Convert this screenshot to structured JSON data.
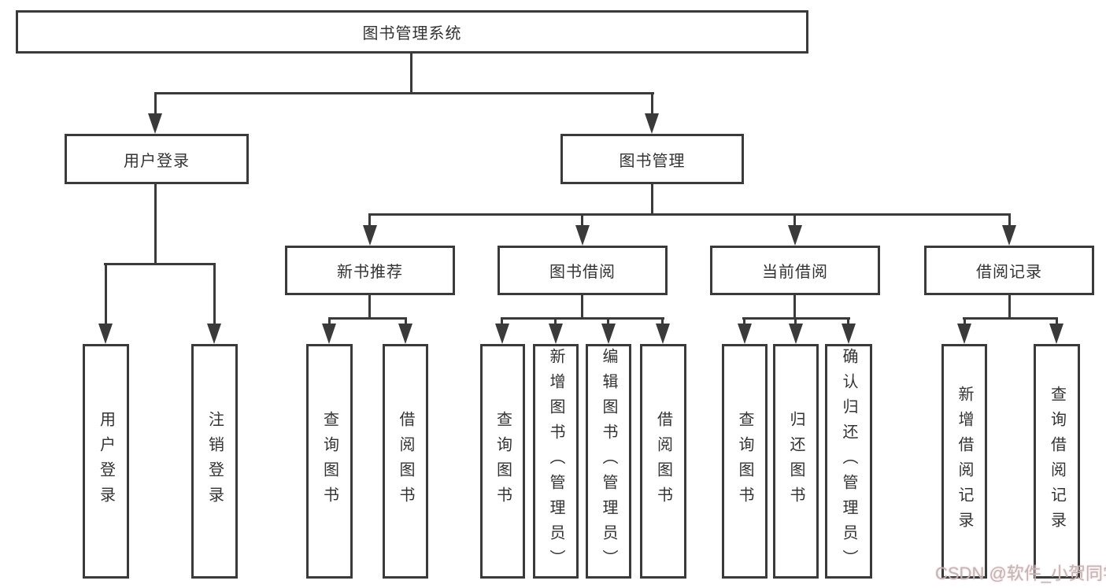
{
  "tree": {
    "root": {
      "label": "图书管理系统"
    },
    "branches": [
      {
        "label": "用户登录",
        "children": [
          {
            "label": "用户登录"
          },
          {
            "label": "注销登录"
          }
        ]
      },
      {
        "label": "图书管理",
        "children": [
          {
            "label": "新书推荐",
            "children": [
              {
                "label": "查询图书"
              },
              {
                "label": "借阅图书"
              }
            ]
          },
          {
            "label": "图书借阅",
            "children": [
              {
                "label": "查询图书"
              },
              {
                "label": "新增图书（管理员）"
              },
              {
                "label": "编辑图书（管理员）"
              },
              {
                "label": "借阅图书"
              }
            ]
          },
          {
            "label": "当前借阅",
            "children": [
              {
                "label": "查询图书"
              },
              {
                "label": "归还图书"
              },
              {
                "label": "确认归还（管理员）"
              }
            ]
          },
          {
            "label": "借阅记录",
            "children": [
              {
                "label": "新增借阅记录"
              },
              {
                "label": "查询借阅记录"
              }
            ]
          }
        ]
      }
    ]
  },
  "watermark": {
    "text": "CSDN @软件_小贺同学"
  },
  "colors": {
    "line": "#3a3a3a",
    "text": "#333333",
    "background": "#ffffff",
    "watermark": "#bdb7b7"
  }
}
